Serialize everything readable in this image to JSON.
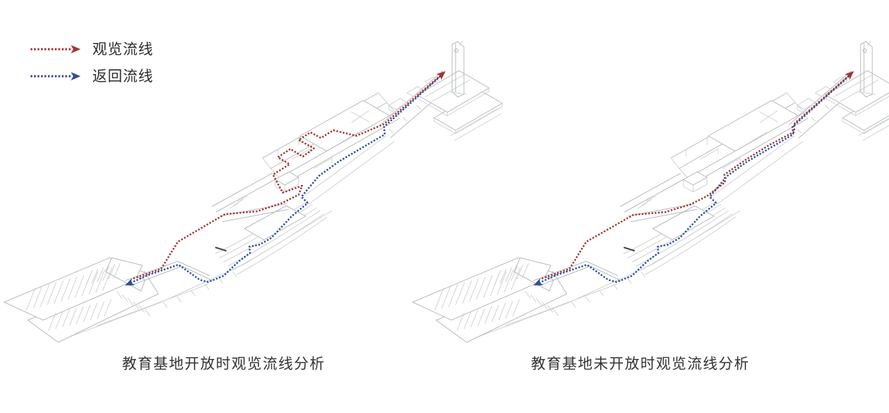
{
  "legend": {
    "items": [
      {
        "id": "viewing-route",
        "label": "观览流线",
        "color": "#A03432"
      },
      {
        "id": "return-route",
        "label": "返回流线",
        "color": "#2E4D9C"
      }
    ]
  },
  "figures": [
    {
      "id": "open",
      "caption": "教育基地开放时观览流线分析"
    },
    {
      "id": "closed",
      "caption": "教育基地未开放时观览流线分析"
    }
  ],
  "colors": {
    "viewing_route_color": "#A03432",
    "return_route_color": "#2E4D9C",
    "linework_color": "#CDD0D2",
    "linework_strong_color": "#B5B9BB",
    "text_color": "#333333",
    "background_color": "#FFFFFF"
  }
}
